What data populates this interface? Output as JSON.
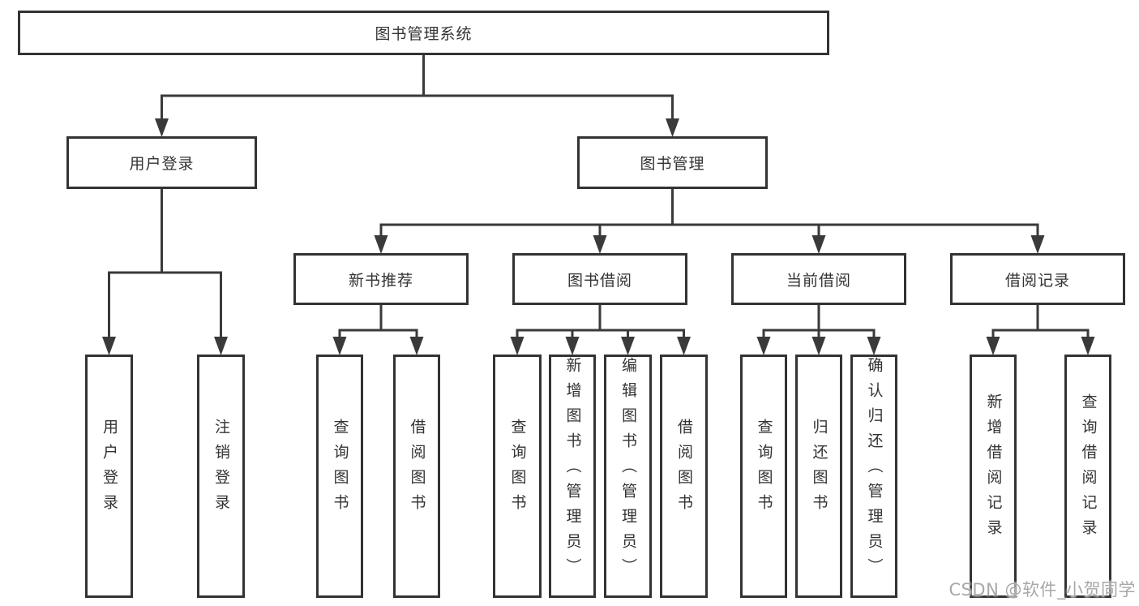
{
  "diagram": {
    "type": "hierarchy-tree",
    "nodes": [
      {
        "id": "root",
        "label": "图书管理系统",
        "parent": null
      },
      {
        "id": "user-login",
        "label": "用户登录",
        "parent": "root"
      },
      {
        "id": "book-mgmt",
        "label": "图书管理",
        "parent": "root"
      },
      {
        "id": "leaf-user-login",
        "label": "用户登录",
        "parent": "user-login"
      },
      {
        "id": "leaf-logout",
        "label": "注销登录",
        "parent": "user-login"
      },
      {
        "id": "new-book-rec",
        "label": "新书推荐",
        "parent": "book-mgmt"
      },
      {
        "id": "book-borrow",
        "label": "图书借阅",
        "parent": "book-mgmt"
      },
      {
        "id": "current-borrow",
        "label": "当前借阅",
        "parent": "book-mgmt"
      },
      {
        "id": "borrow-records",
        "label": "借阅记录",
        "parent": "book-mgmt"
      },
      {
        "id": "rec-query-book",
        "label": "查询图书",
        "parent": "new-book-rec"
      },
      {
        "id": "rec-borrow-book",
        "label": "借阅图书",
        "parent": "new-book-rec"
      },
      {
        "id": "bb-query-book",
        "label": "查询图书",
        "parent": "book-borrow"
      },
      {
        "id": "bb-add-book",
        "label": "新增图书（管理员）",
        "parent": "book-borrow"
      },
      {
        "id": "bb-edit-book",
        "label": "编辑图书（管理员）",
        "parent": "book-borrow"
      },
      {
        "id": "bb-borrow-book",
        "label": "借阅图书",
        "parent": "book-borrow"
      },
      {
        "id": "cb-query-book",
        "label": "查询图书",
        "parent": "current-borrow"
      },
      {
        "id": "cb-return-book",
        "label": "归还图书",
        "parent": "current-borrow"
      },
      {
        "id": "cb-confirm-return",
        "label": "确认归还（管理员）",
        "parent": "current-borrow"
      },
      {
        "id": "br-add-record",
        "label": "新增借阅记录",
        "parent": "borrow-records"
      },
      {
        "id": "br-query-record",
        "label": "查询借阅记录",
        "parent": "borrow-records"
      }
    ],
    "colors": {
      "line": "#3a3a3a",
      "box_border": "#333333",
      "box_fill": "#ffffff",
      "text": "#333333",
      "background": "#ffffff",
      "watermark": "#a8a8a8"
    }
  },
  "watermark": {
    "text": "CSDN @软件_小贺同学"
  }
}
